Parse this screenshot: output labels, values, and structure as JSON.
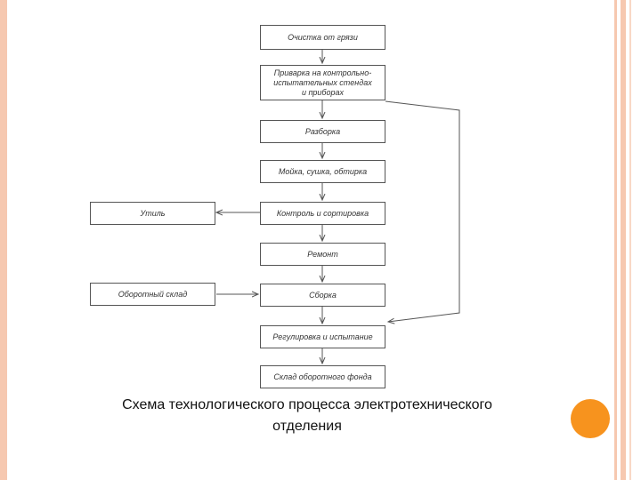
{
  "diagram": {
    "boxes": {
      "cleaning": "Очистка от грязи",
      "testing_stands": "Приварка на контрольно-\nиспытательных стендах\nи приборах",
      "disassembly": "Разборка",
      "washing": "Мойка, сушка, обтирка",
      "control": "Контроль и сортировка",
      "scrap": "Утиль",
      "repair": "Ремонт",
      "turnover_store": "Оборотный склад",
      "assembly": "Сборка",
      "adjustment": "Регулировка и испытание",
      "reserve_store": "Склад оборотного фонда"
    }
  },
  "caption": {
    "line1": "Схема технологического процесса электротехнического",
    "line2": "отделения"
  },
  "colors": {
    "frame": "#f6c8b0",
    "accent_dot": "#f7931e",
    "lines": "#555555"
  }
}
